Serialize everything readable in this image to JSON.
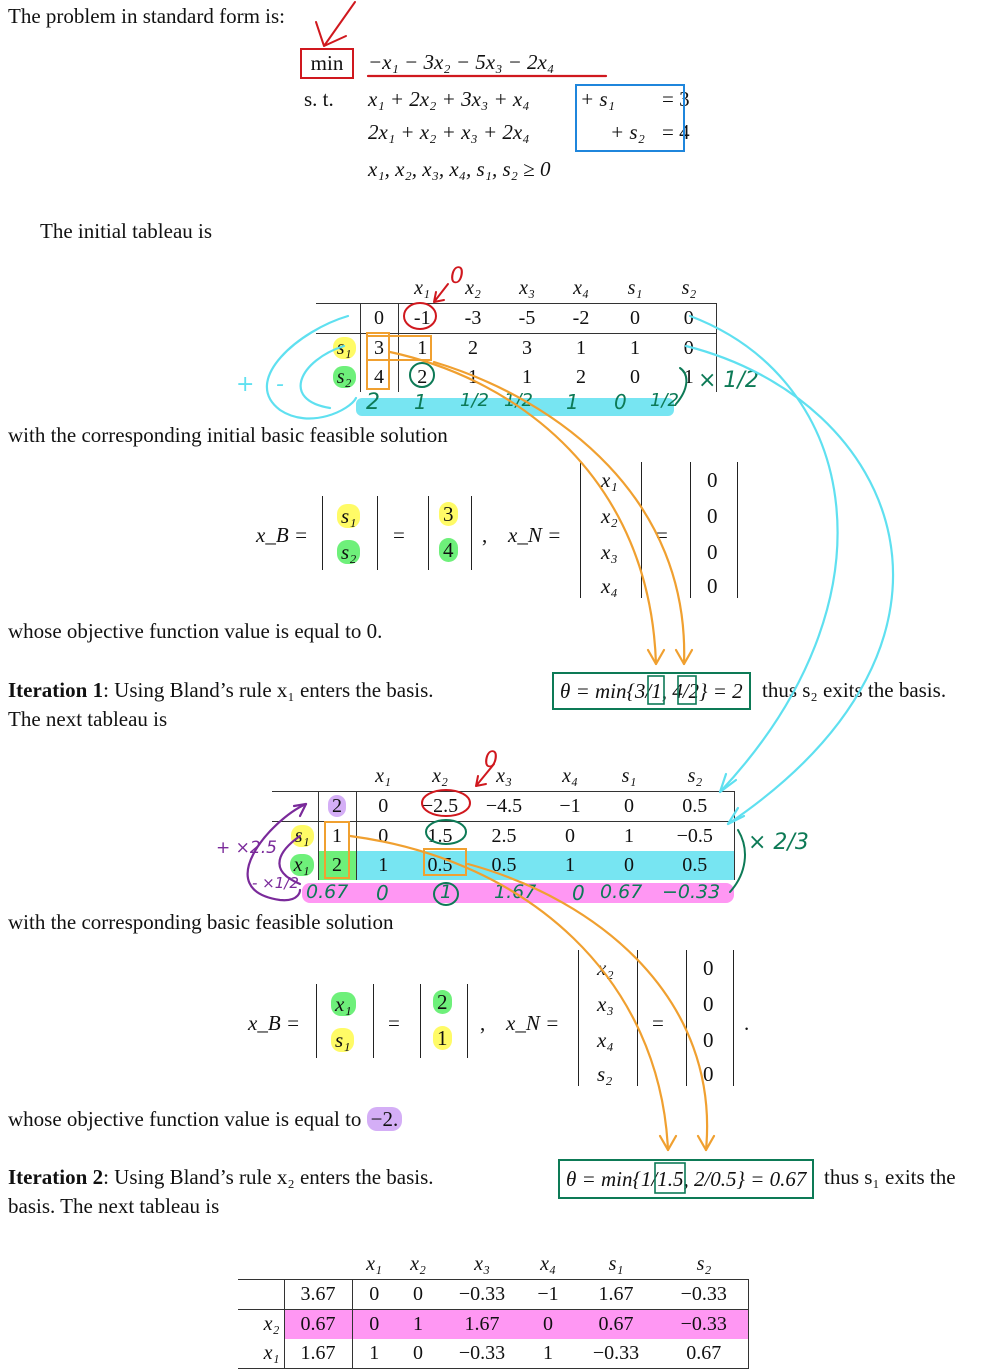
{
  "intro": {
    "sentence": "The problem in standard form is:"
  },
  "problem": {
    "min_label": "min",
    "objective": "−x₁ − 3x₂ − 5x₃ − 2x₄",
    "st_label": "s. t.",
    "constraint1_lhs": "x₁ + 2x₂ + 3x₃ + x₄",
    "constraint1_slack": "+ s₁",
    "constraint1_rhs": "= 3",
    "constraint2_lhs": "2x₁ + x₂ + x₃ + 2x₄",
    "constraint2_slack": "+ s₂",
    "constraint2_rhs": "= 4",
    "nonneg": "x₁, x₂, x₃, x₄, s₁, s₂ ≥ 0"
  },
  "initial_tableau_caption": "The initial tableau is",
  "tableau0": {
    "headers": [
      "x₁",
      "x₂",
      "x₃",
      "x₄",
      "s₁",
      "s₂"
    ],
    "rows": [
      {
        "label": "",
        "values": [
          "0",
          "-1",
          "-3",
          "-5",
          "-2",
          "0",
          "0"
        ]
      },
      {
        "label": "s₁",
        "values": [
          "3",
          "1",
          "2",
          "3",
          "1",
          "1",
          "0"
        ]
      },
      {
        "label": "s₂",
        "values": [
          "4",
          "2",
          "1",
          "1",
          "2",
          "0",
          "1"
        ]
      }
    ],
    "handwritten_row": [
      "2",
      "1",
      "1/2",
      "1/2",
      "1",
      "0",
      "1/2"
    ],
    "handwritten_scale": "× 1/2",
    "handwritten_plus": "+",
    "handwritten_minus": "-",
    "handwritten_zero": "0"
  },
  "bfs0": {
    "lead": "with the corresponding initial basic feasible solution",
    "xB_label": "x_B =",
    "xB_vars": [
      "s₁",
      "s₂"
    ],
    "xB_vals": [
      "3",
      "4"
    ],
    "xN_label": "x_N =",
    "xN_vars": [
      "x₁",
      "x₂",
      "x₃",
      "x₄"
    ],
    "xN_vals": [
      "0",
      "0",
      "0",
      "0"
    ],
    "objective_text": "whose objective function value is equal to 0."
  },
  "iteration1": {
    "heading": "Iteration 1",
    "text_a": ": Using Bland’s rule x₁ enters the basis.",
    "theta": "θ = min{3/1, 4/2} = 2",
    "text_b": "thus s₂ exits the basis.",
    "text_c": "The next tableau is"
  },
  "tableau1": {
    "headers": [
      "x₁",
      "x₂",
      "x₃",
      "x₄",
      "s₁",
      "s₂"
    ],
    "rows": [
      {
        "label": "",
        "values": [
          "2",
          "0",
          "−2.5",
          "−4.5",
          "−1",
          "0",
          "0.5"
        ]
      },
      {
        "label": "s₁",
        "values": [
          "1",
          "0",
          "1.5",
          "2.5",
          "0",
          "1",
          "−0.5"
        ]
      },
      {
        "label": "x₁",
        "values": [
          "2",
          "1",
          "0.5",
          "0.5",
          "1",
          "0",
          "0.5"
        ]
      }
    ],
    "handwritten_row": [
      "0.67",
      "0",
      "1",
      "1.67",
      "0",
      "0.67",
      "−0.33"
    ],
    "handwritten_scale": "× 2/3",
    "handwritten_plus": "+ ×2.5",
    "handwritten_minus": "- ×1/2",
    "handwritten_zero": "0"
  },
  "bfs1": {
    "lead": "with the corresponding basic feasible solution",
    "xB_label": "x_B =",
    "xB_vars": [
      "x₁",
      "s₁"
    ],
    "xB_vals": [
      "2",
      "1"
    ],
    "xN_label": "x_N =",
    "xN_vars": [
      "x₂",
      "x₃",
      "x₄",
      "s₂"
    ],
    "xN_vals": [
      "0",
      "0",
      "0",
      "0"
    ],
    "objective_text": "whose objective function value is equal to",
    "objective_value": "−2."
  },
  "iteration2": {
    "heading": "Iteration 2",
    "text_a": ": Using Bland’s rule x₂ enters the basis.",
    "theta": "θ = min{1/1.5, 2/0.5} = 0.67",
    "text_b": "thus s₁ exits the",
    "text_c": "basis. The next tableau is"
  },
  "tableau2": {
    "headers": [
      "x₁",
      "x₂",
      "x₃",
      "x₄",
      "s₁",
      "s₂"
    ],
    "rows": [
      {
        "label": "",
        "values": [
          "3.67",
          "0",
          "0",
          "−0.33",
          "−1",
          "1.67",
          "−0.33"
        ]
      },
      {
        "label": "x₂",
        "values": [
          "0.67",
          "0",
          "1",
          "1.67",
          "0",
          "0.67",
          "−0.33"
        ]
      },
      {
        "label": "x₁",
        "values": [
          "1.67",
          "1",
          "0",
          "−0.33",
          "1",
          "−0.33",
          "0.67"
        ]
      }
    ]
  },
  "colors": {
    "red": "#d0181e",
    "blue": "#1f86dc",
    "orange": "#f0a030",
    "cyan": "#5fe0f0",
    "dark_green": "#0d7a56",
    "yellow": "#fffb66",
    "green": "#6ef07a",
    "magenta": "#ff8cf2",
    "purple": "#7a2a9a"
  }
}
